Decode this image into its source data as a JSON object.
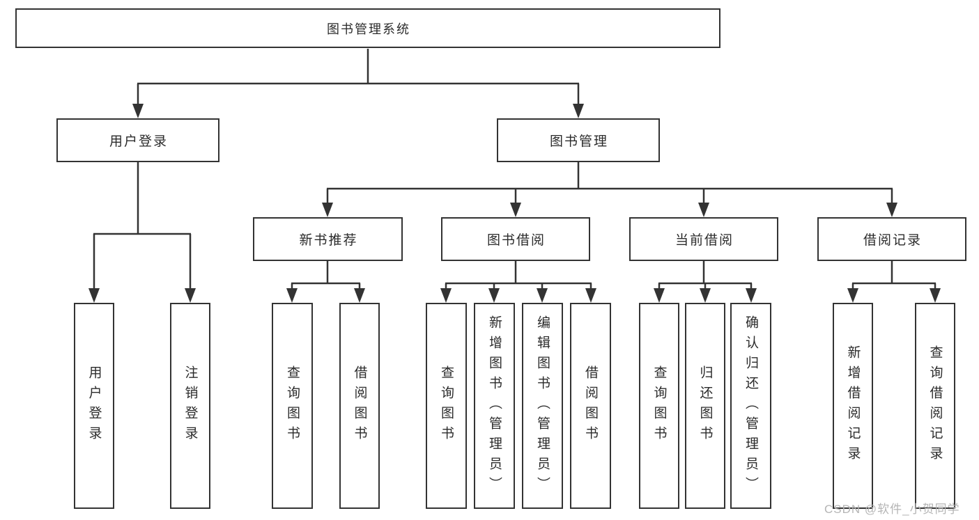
{
  "diagram": {
    "type": "functional-structure-tree",
    "colors": {
      "line": "#333333",
      "box_border": "#333333",
      "text": "#2b2b2b",
      "background": "#ffffff",
      "watermark": "#b5b5b5"
    },
    "tree": {
      "label": "图书管理系统",
      "children": [
        {
          "label": "用户登录",
          "children": [
            {
              "label": "用户登录"
            },
            {
              "label": "注销登录"
            }
          ]
        },
        {
          "label": "图书管理",
          "children": [
            {
              "label": "新书推荐",
              "children": [
                {
                  "label": "查询图书"
                },
                {
                  "label": "借阅图书"
                }
              ]
            },
            {
              "label": "图书借阅",
              "children": [
                {
                  "label": "查询图书"
                },
                {
                  "label": "新增图书（管理员）"
                },
                {
                  "label": "编辑图书（管理员）"
                },
                {
                  "label": "借阅图书"
                }
              ]
            },
            {
              "label": "当前借阅",
              "children": [
                {
                  "label": "查询图书"
                },
                {
                  "label": "归还图书"
                },
                {
                  "label": "确认归还（管理员）"
                }
              ]
            },
            {
              "label": "借阅记录",
              "children": [
                {
                  "label": "新增借阅记录"
                },
                {
                  "label": "查询借阅记录"
                }
              ]
            }
          ]
        }
      ]
    },
    "watermark": {
      "text": "CSDN @软件_小贺同学"
    }
  }
}
